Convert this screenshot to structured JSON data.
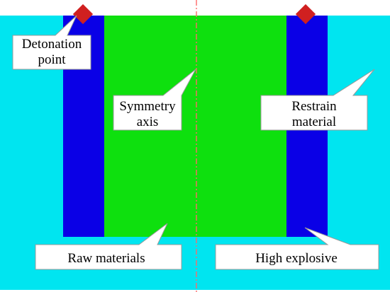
{
  "diagram": {
    "colors": {
      "background_region": "#00e5f0",
      "raw_material": "#0ee00e",
      "explosive": "#0a00e6",
      "detonation_marker": "#d02020",
      "axis_line": "#ff6a6a",
      "callout_fill": "#ffffff",
      "callout_stroke": "#9a9a9a"
    },
    "labels": {
      "detonation_point": [
        "Detonation",
        "point"
      ],
      "symmetry_axis": [
        "Symmetry",
        "axis"
      ],
      "restrain_material": [
        "Restrain",
        "material"
      ],
      "raw_materials": "Raw materials",
      "high_explosive": "High explosive"
    }
  }
}
